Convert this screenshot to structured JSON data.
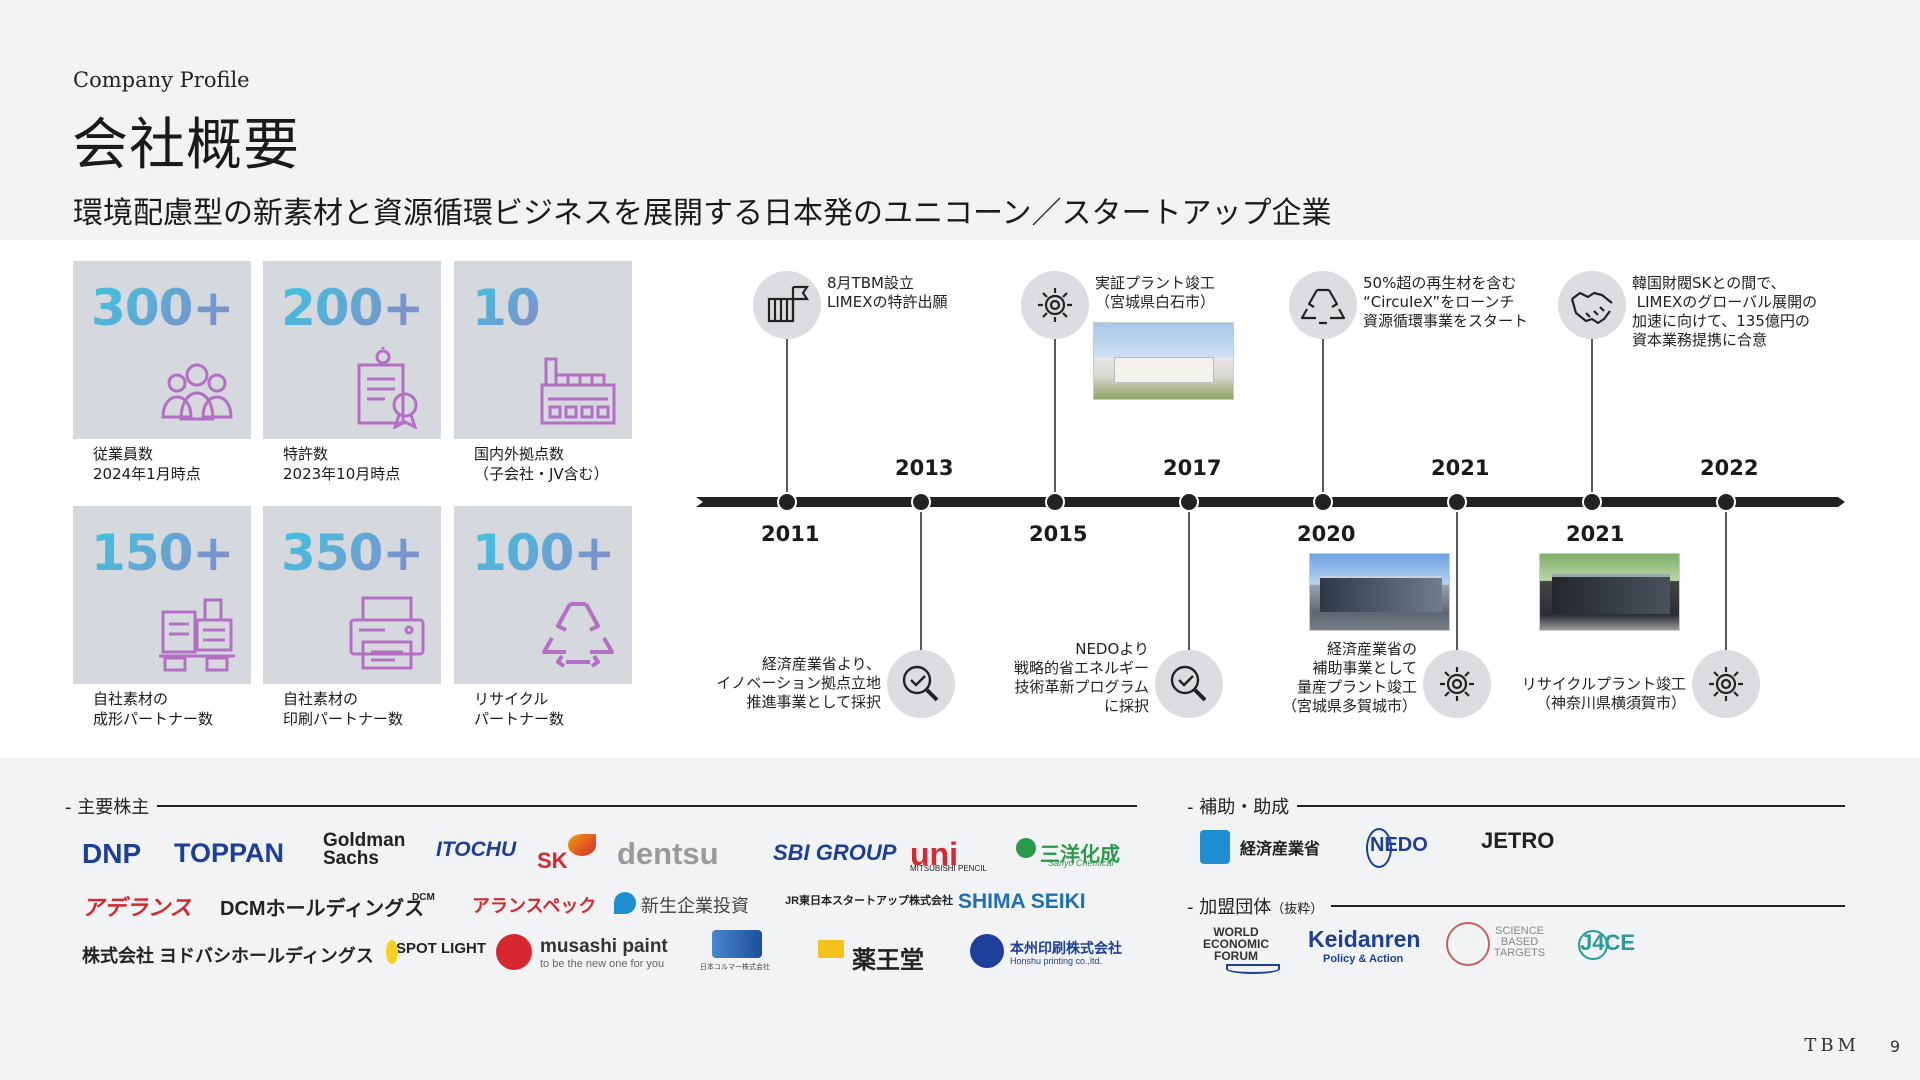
{
  "header": {
    "eyebrow": "Company Profile",
    "title": "会社概要",
    "subtitle": "環境配慮型の新素材と資源循環ビジネスを展開する日本発のユニコーン／スタートアップ企業"
  },
  "stats": [
    {
      "value": "300+",
      "label": "従業員数\n2024年1月時点",
      "icon": "people-icon"
    },
    {
      "value": "200+",
      "label": "特許数\n2023年10月時点",
      "icon": "certificate-icon"
    },
    {
      "value": "10",
      "label": "国内外拠点数\n（子会社・JV含む）",
      "icon": "factory-icon"
    },
    {
      "value": "150+",
      "label": "自社素材の\n成形パートナー数",
      "icon": "molding-machine-icon"
    },
    {
      "value": "350+",
      "label": "自社素材の\n印刷パートナー数",
      "icon": "printer-icon"
    },
    {
      "value": "100+",
      "label": "リサイクル\nパートナー数",
      "icon": "recycle-icon"
    }
  ],
  "timeline": {
    "years": [
      {
        "text": "2011",
        "pos": "below"
      },
      {
        "text": "2013",
        "pos": "above"
      },
      {
        "text": "2015",
        "pos": "below"
      },
      {
        "text": "2017",
        "pos": "above"
      },
      {
        "text": "2020",
        "pos": "below"
      },
      {
        "text": "2021",
        "pos": "above"
      },
      {
        "text": "2021",
        "pos": "below"
      },
      {
        "text": "2022",
        "pos": "above"
      }
    ],
    "events": [
      {
        "text": "8月TBM設立\nLIMEXの特許出願",
        "icon": "factory-flag-icon"
      },
      {
        "text": "経済産業省より、\nイノベーション拠点立地\n推進事業として採択",
        "icon": "magnifier-check-icon"
      },
      {
        "text": "実証プラント竣工\n（宮城県白石市）",
        "icon": "gear-icon"
      },
      {
        "text": "NEDOより\n戦略的省エネルギー\n技術革新プログラム\nに採択",
        "icon": "magnifier-check-icon"
      },
      {
        "text": "50%超の再生材を含む\n“CircuIeX”をローンチ\n資源循環事業をスタート",
        "icon": "recycle-icon"
      },
      {
        "text": "経済産業省の\n補助事業として\n量産プラント竣工\n（宮城県多賀城市）",
        "icon": "gear-icon"
      },
      {
        "text": "リサイクルプラント竣工\n（神奈川県横須賀市）",
        "icon": "gear-icon"
      },
      {
        "text": "韓国財閥SKとの間で、\n LIMEXのグローバル展開の\n加速に向けて、135億円の\n資本業務提携に合意",
        "icon": "handshake-icon"
      }
    ]
  },
  "sections": {
    "shareholders": "主要株主",
    "subsidies": "補助・助成",
    "memberships": "加盟団体",
    "memberships_note": "（抜粋）"
  },
  "shareholder_logos": [
    {
      "text": "DNP",
      "color": "#1d3f9a"
    },
    {
      "text": "TOPPAN",
      "color": "#1d3f9a"
    },
    {
      "text": "Goldman\nSachs",
      "color": "#222222"
    },
    {
      "text": "ITOCHU",
      "color": "#1d3f9a"
    },
    {
      "text": "SK",
      "color": "#d7282f"
    },
    {
      "text": "dentsu",
      "color": "#9a9a9a"
    },
    {
      "text": "SBI GROUP",
      "color": "#1d3f9a"
    },
    {
      "text": "uni",
      "color": "#d7282f"
    },
    {
      "text": "MITSUBISHI PENCIL",
      "color": "#222222"
    },
    {
      "text": "三洋化成",
      "color": "#2a9a4a"
    },
    {
      "text": "Sanyo Chemical",
      "color": "#2a9a4a"
    },
    {
      "text": "アデランス",
      "color": "#d7282f"
    },
    {
      "text": "DCMホールディングス",
      "color": "#222222"
    },
    {
      "text": "DCM",
      "color": "#222222"
    },
    {
      "text": "アランスペック",
      "color": "#d7282f"
    },
    {
      "text": "新生企業投資",
      "color": "#444444"
    },
    {
      "text": "JR東日本スタートアップ株式会社",
      "color": "#222222"
    },
    {
      "text": "SHIMA SEIKI",
      "color": "#1d6fb8"
    },
    {
      "text": "株式会社 ヨドバシホールディングス",
      "color": "#222222"
    },
    {
      "text": "SPOT LIGHT",
      "color": "#222222"
    },
    {
      "text": "musashi paint",
      "color": "#333333"
    },
    {
      "text": "to be the new one for you",
      "color": "#666666"
    },
    {
      "text": "日本コルマー株式会社",
      "color": "#444444"
    },
    {
      "text": "薬王堂",
      "color": "#222222"
    },
    {
      "text": "本州印刷株式会社",
      "color": "#1d3f9a"
    },
    {
      "text": "Honshu printing co.,ltd.",
      "color": "#1d3f9a"
    }
  ],
  "subsidy_logos": [
    {
      "text": "経済産業省",
      "color": "#222222"
    },
    {
      "text": "NEDO",
      "color": "#1d3f9a"
    },
    {
      "text": "JETRO",
      "color": "#222222"
    }
  ],
  "membership_logos": [
    {
      "text": "WORLD\nECONOMIC\nFORUM",
      "color": "#333333"
    },
    {
      "text": "Keidanren",
      "color": "#1d3f9a"
    },
    {
      "text": "Policy & Action",
      "color": "#1d3f9a"
    },
    {
      "text": "SCIENCE\nBASED\nTARGETS",
      "color": "#888888"
    },
    {
      "text": "J4CE",
      "color": "#2a9a9a"
    }
  ],
  "footer": {
    "brand": "TBM",
    "page": "9"
  },
  "colors": {
    "accent_gradient_start": "#3bc6e0",
    "accent_gradient_end": "#8a86c8",
    "icon_purple": "#b46fc4",
    "tile_bg": "#d5d8dc"
  }
}
